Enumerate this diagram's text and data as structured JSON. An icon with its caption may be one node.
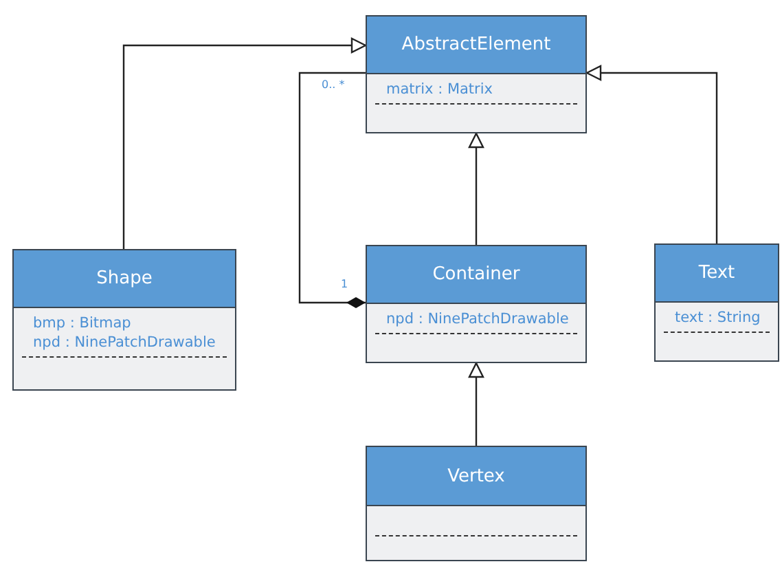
{
  "diagram": {
    "nodes": [
      {
        "text": [
          "AbstractElement",
          "matrix : Matrix"
        ]
      },
      {
        "text": [
          "Shape",
          "bmp : Bitmap",
          "npd : NinePatchDrawable"
        ]
      },
      {
        "text": [
          "Container",
          "npd : NinePatchDrawable"
        ]
      },
      {
        "text": [
          "Text",
          "text : String"
        ]
      },
      {
        "text": [
          "Vertex"
        ]
      }
    ],
    "edges": [
      {
        "from": 1,
        "to": 0,
        "arrow": "to"
      },
      {
        "from": 2,
        "to": 0,
        "arrow": "other"
      },
      {
        "from": 2,
        "to": 0,
        "arrow": "to"
      },
      {
        "from": 3,
        "to": 0,
        "arrow": "to"
      },
      {
        "from": 4,
        "to": 2,
        "arrow": "to"
      }
    ],
    "labels": [
      "0.. *",
      "1"
    ]
  }
}
